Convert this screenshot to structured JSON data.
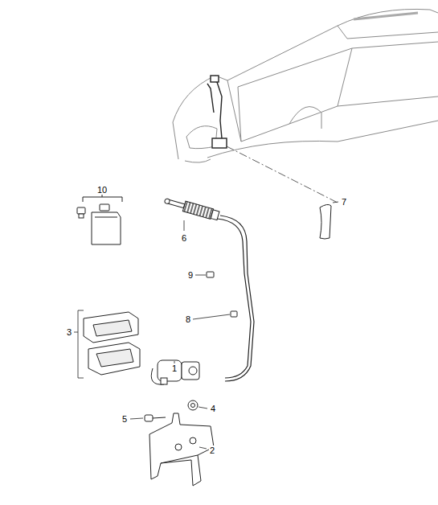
{
  "diagram": {
    "labels": [
      "10",
      "7",
      "6",
      "9",
      "8",
      "3",
      "1",
      "4",
      "5",
      "2"
    ]
  }
}
